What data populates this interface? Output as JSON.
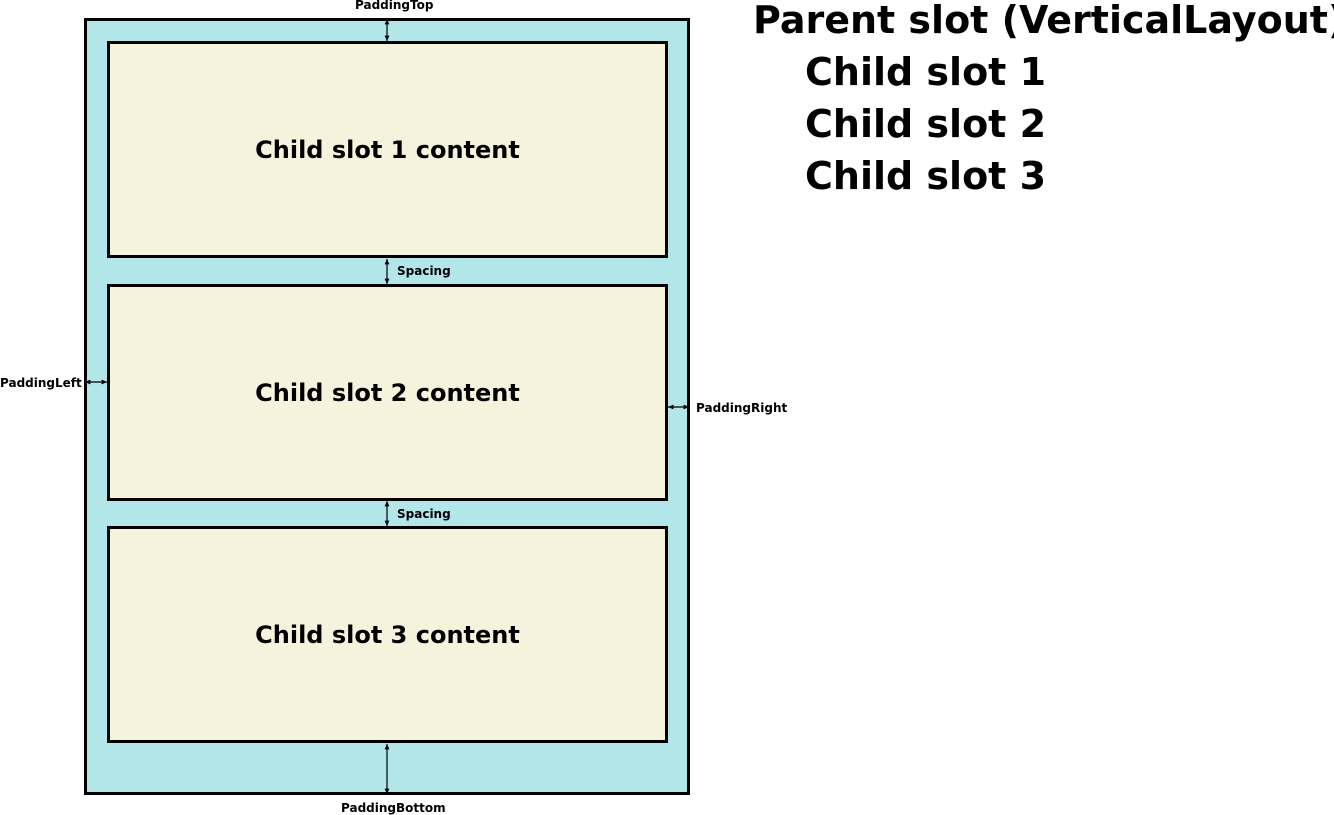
{
  "legend": {
    "title": "Parent slot (VerticalLayout)",
    "items": [
      "Child slot 1",
      "Child slot 2",
      "Child slot 3"
    ]
  },
  "children": [
    {
      "content_label": "Child slot 1 content"
    },
    {
      "content_label": "Child slot 2 content"
    },
    {
      "content_label": "Child slot 3 content"
    }
  ],
  "annotations": {
    "padding_top": "PaddingTop",
    "padding_bottom": "PaddingBottom",
    "padding_left": "PaddingLeft",
    "padding_right": "PaddingRight",
    "spacing": "Spacing"
  },
  "colors": {
    "parent_fill": "#b3e6e9",
    "child_fill": "#f5f3dc",
    "outline": "#000000"
  }
}
